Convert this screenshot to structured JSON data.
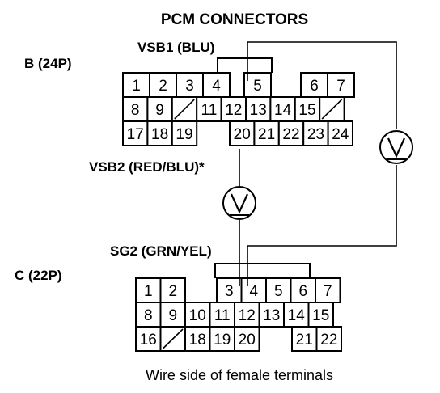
{
  "title": "PCM CONNECTORS",
  "caption": "Wire side of female terminals",
  "connector_b": {
    "label": "B (24P)",
    "row1": [
      "1",
      "2",
      "3",
      "4",
      "5",
      "",
      "6",
      "7"
    ],
    "row2": [
      "8",
      "9",
      "/",
      "11",
      "12",
      "13",
      "14",
      "15",
      "/"
    ],
    "row3": [
      "17",
      "18",
      "19",
      "",
      "20",
      "21",
      "22",
      "23",
      "24"
    ]
  },
  "connector_c": {
    "label": "C (22P)",
    "row1": [
      "1",
      "2",
      "",
      "3",
      "4",
      "5",
      "6",
      "7"
    ],
    "row2": [
      "8",
      "9",
      "10",
      "11",
      "12",
      "13",
      "14",
      "15"
    ],
    "row3": [
      "16",
      "/",
      "18",
      "19",
      "20",
      "",
      "21",
      "22"
    ]
  },
  "wire_labels": {
    "vsb1": "VSB1 (BLU)",
    "vsb2": "VSB2 (RED/BLU)*",
    "sg2": "SG2 (GRN/YEL)"
  },
  "meters": [
    {
      "name": "voltmeter-vsb2-sg2",
      "symbol": "V"
    },
    {
      "name": "voltmeter-vsb1-sg2",
      "symbol": "V"
    }
  ]
}
